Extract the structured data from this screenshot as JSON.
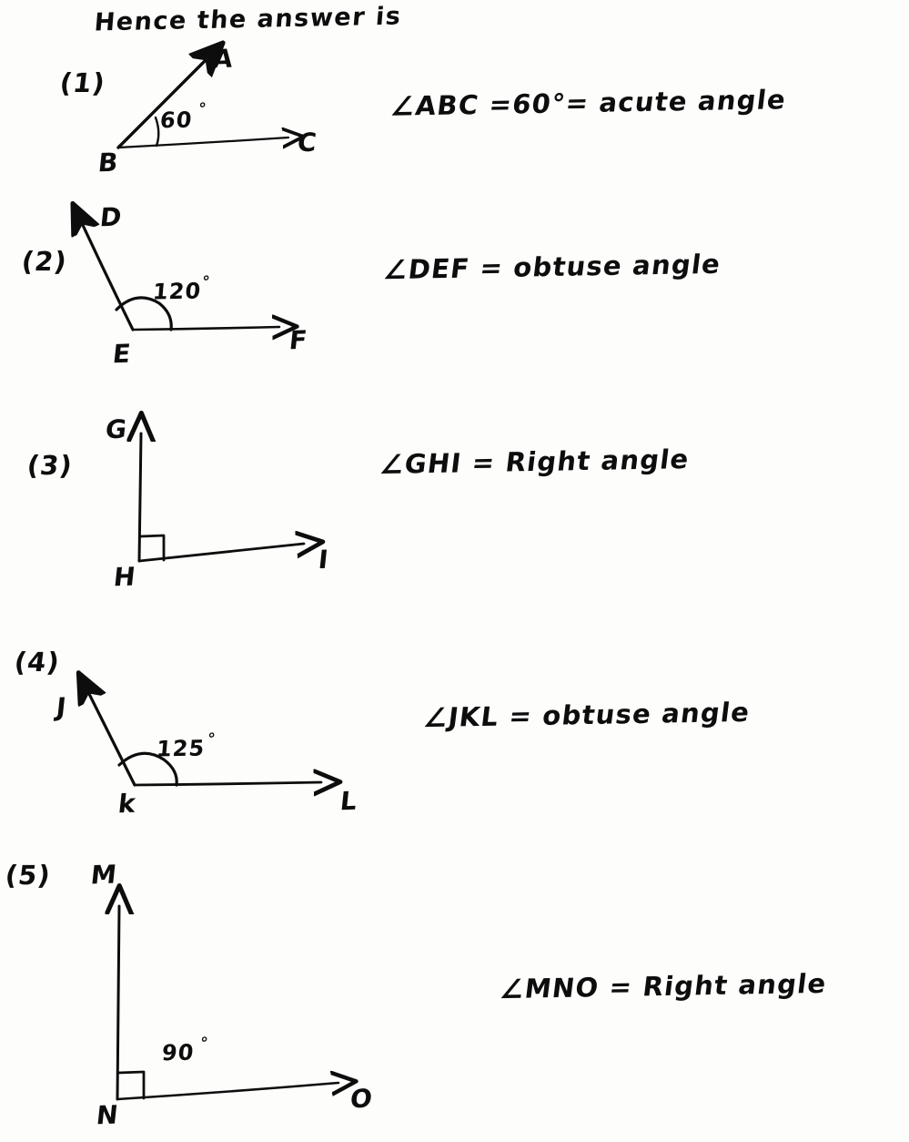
{
  "header": {
    "title": "Hence the answer is"
  },
  "problems": [
    {
      "number": "(1)",
      "vertex_label": "B",
      "ray1_label": "A",
      "ray2_label": "C",
      "degree_label": "60",
      "degree_symbol": "°",
      "statement": "∠ABC =60°= acute angle",
      "marker": "arc"
    },
    {
      "number": "(2)",
      "vertex_label": "E",
      "ray1_label": "D",
      "ray2_label": "F",
      "degree_label": "120",
      "degree_symbol": "°",
      "statement": "∠DEF = obtuse angle",
      "marker": "arc"
    },
    {
      "number": "(3)",
      "vertex_label": "H",
      "ray1_label": "G",
      "ray2_label": "I",
      "degree_label": "",
      "degree_symbol": "",
      "statement": "∠GHI = Right angle",
      "marker": "square"
    },
    {
      "number": "(4)",
      "vertex_label": "k",
      "ray1_label": "J",
      "ray2_label": "L",
      "degree_label": "125",
      "degree_symbol": "°",
      "statement": "∠JKL = obtuse angle",
      "marker": "arc"
    },
    {
      "number": "(5)",
      "vertex_label": "N",
      "ray1_label": "M",
      "ray2_label": "O",
      "degree_label": "90",
      "degree_symbol": "°",
      "statement": "∠MNO = Right angle",
      "marker": "square"
    }
  ],
  "colors": {
    "ink": "#0d0d0d",
    "paper": "#fdfdfc"
  },
  "chart_data": {
    "type": "diagram",
    "title": "Hence the answer is",
    "items": [
      {
        "name": "ABC",
        "angle": 60,
        "classification": "acute angle"
      },
      {
        "name": "DEF",
        "angle": 120,
        "classification": "obtuse angle"
      },
      {
        "name": "GHI",
        "angle": 90,
        "classification": "Right angle"
      },
      {
        "name": "JKL",
        "angle": 125,
        "classification": "obtuse angle"
      },
      {
        "name": "MNO",
        "angle": 90,
        "classification": "Right angle"
      }
    ]
  }
}
